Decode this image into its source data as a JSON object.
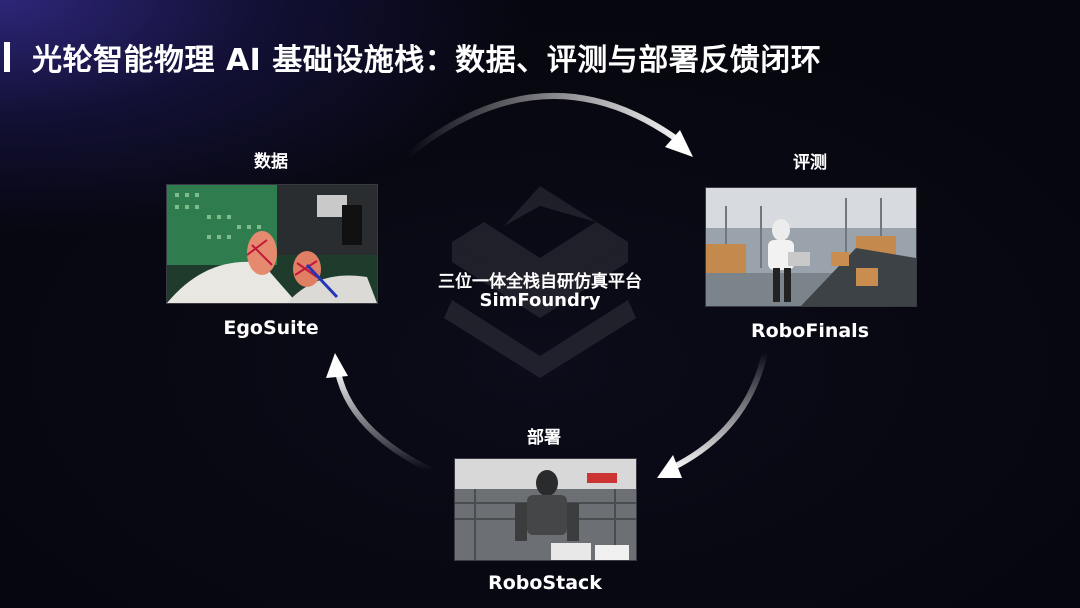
{
  "slide": {
    "title": "光轮智能物理 AI 基础设施栈：数据、评测与部署反馈闭环"
  },
  "center": {
    "line1": "三位一体全栈自研仿真平台",
    "line2": "SimFoundry"
  },
  "nodes": {
    "data": {
      "heading": "数据",
      "product": "EgoSuite"
    },
    "eval": {
      "heading": "评测",
      "product": "RoboFinals"
    },
    "deploy": {
      "heading": "部署",
      "product": "RoboStack"
    }
  },
  "colors": {
    "background": "#06060f",
    "accent_glow": "#342c8c",
    "text": "#ffffff",
    "arrow": "#ffffff"
  },
  "icons": [
    "simfoundry-logo-icon",
    "cycle-arrow-icon"
  ]
}
